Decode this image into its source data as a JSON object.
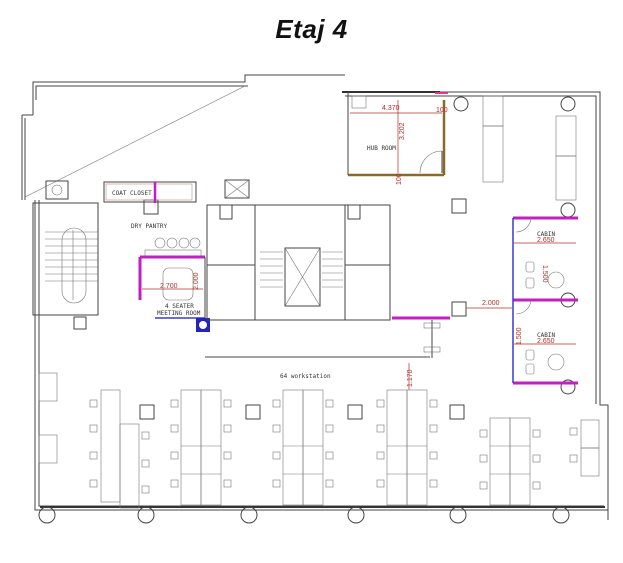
{
  "title": "Etaj 4",
  "rooms": {
    "hub_room": "HUB ROOM",
    "coat_closet": "COAT CLOSET",
    "dry_pantry": "DRY PANTRY",
    "meeting_room_line1": "4 SEATER",
    "meeting_room_line2": "MEETING ROOM",
    "cabin_1": "CABIN",
    "cabin_2": "CABIN",
    "workstation_area": "64 workstation"
  },
  "dimensions": {
    "hub_width": "4.370",
    "hub_depth": "3.202",
    "hub_door_top": "100",
    "hub_door_left": "100",
    "meeting_width": "2.700",
    "meeting_depth": "2.000",
    "cabin_1_width": "2.650",
    "cabin_1_depth": "1.500",
    "cabin_2_width": "2.650",
    "cabin_2_depth": "1.500",
    "corridor_width": "2.000",
    "workstation_clearance": "1.170"
  },
  "colors": {
    "partition_magenta": "#c21fc2",
    "partition_blue": "#3b3bc9",
    "wall_brown": "#8a6a2c",
    "dimension_red": "#b0302a",
    "wall_dark": "#333333"
  }
}
